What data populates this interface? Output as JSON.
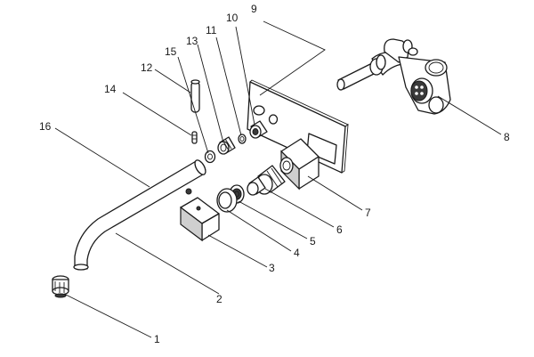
{
  "callouts": [
    {
      "key": "c1",
      "label": "1"
    },
    {
      "key": "c2",
      "label": "2"
    },
    {
      "key": "c3",
      "label": "3"
    },
    {
      "key": "c4",
      "label": "4"
    },
    {
      "key": "c5",
      "label": "5"
    },
    {
      "key": "c6",
      "label": "6"
    },
    {
      "key": "c7",
      "label": "7"
    },
    {
      "key": "c8",
      "label": "8"
    },
    {
      "key": "c9",
      "label": "9"
    },
    {
      "key": "c10",
      "label": "10"
    },
    {
      "key": "c11",
      "label": "11"
    },
    {
      "key": "c12",
      "label": "12"
    },
    {
      "key": "c13",
      "label": "13"
    },
    {
      "key": "c14",
      "label": "14"
    },
    {
      "key": "c15",
      "label": "15"
    },
    {
      "key": "c16",
      "label": "16"
    }
  ]
}
